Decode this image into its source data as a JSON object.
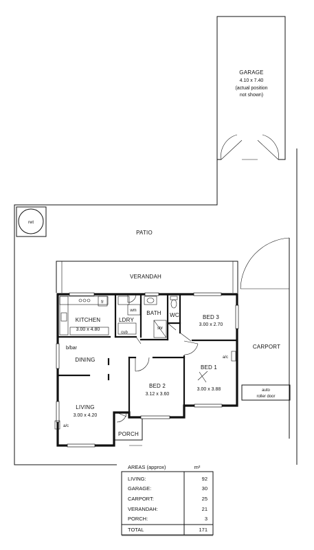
{
  "rooms": {
    "garage": {
      "name": "GARAGE",
      "size": "4.10 x 7.40",
      "note_line1": "(actual position",
      "note_line2": "not shown)"
    },
    "rwt": "rwt",
    "patio": "PATIO",
    "verandah": "VERANDAH",
    "kitchen": {
      "name": "KITCHEN",
      "size": "3.00 x 4.80"
    },
    "fr": "fr",
    "wm": "wm",
    "ldry": "LDRY",
    "cub": "cub",
    "bath": "BATH",
    "shr": "shr",
    "wc": "WC",
    "bed3": {
      "name": "BED 3",
      "size": "3.00 x 2.70"
    },
    "bbar": "b/bar",
    "dining": "DINING",
    "carport": "CARPORT",
    "bed1": {
      "name": "BED 1",
      "size": "3.00 x 3.88",
      "ac": "a/c"
    },
    "bed2": {
      "name": "BED 2",
      "size": "3.12 x 3.60"
    },
    "living": {
      "name": "LIVING",
      "size": "3.00 x 4.20",
      "ac": "a/c"
    },
    "porch": "PORCH",
    "roller_door_line1": "auto",
    "roller_door_line2": "roller door"
  },
  "areas": {
    "title": "AREAS (approx)",
    "unit": "m²",
    "rows": [
      {
        "label": "LIVING:",
        "value": "92"
      },
      {
        "label": "GARAGE:",
        "value": "30"
      },
      {
        "label": "CARPORT:",
        "value": "25"
      },
      {
        "label": "VERANDAH:",
        "value": "21"
      },
      {
        "label": "PORCH:",
        "value": "3"
      }
    ],
    "total_label": "TOTAL",
    "total_value": "171"
  }
}
